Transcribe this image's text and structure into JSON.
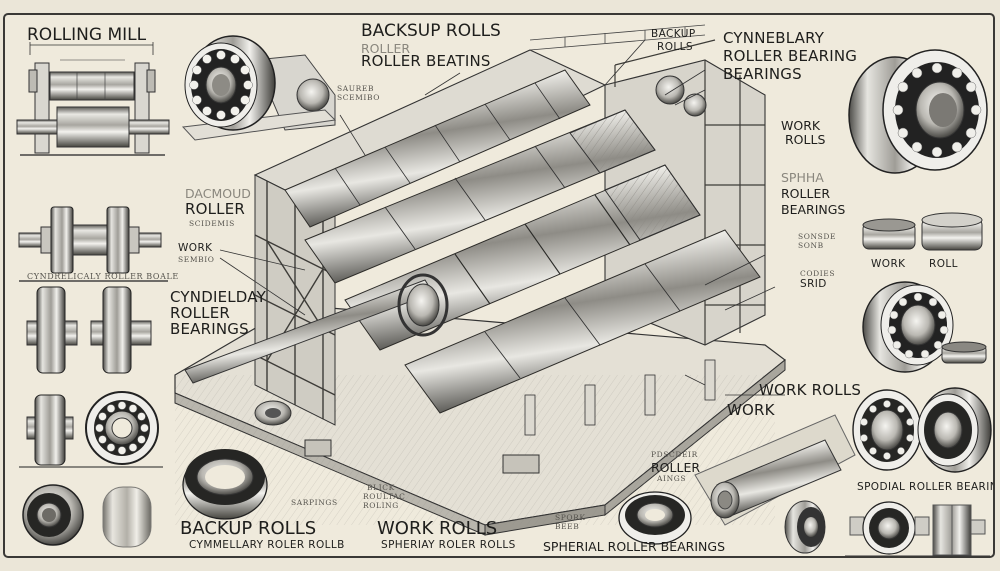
{
  "diagram": {
    "title": "ROLLING MILL",
    "palette": {
      "paper": "#efeadc",
      "background": "#ebe6d8",
      "ink": "#1e1e1c",
      "steel_light": "#d8d6d0",
      "steel_dark": "#4a4946",
      "frame": "#3a3936"
    },
    "labels": {
      "top_center_main": "BACKSUP ROLLS",
      "top_center_faded": "ROLLER",
      "top_center_sub": "ROLLER BEATINS",
      "top_center_small": [
        "SAUREB",
        "SCEMIBO"
      ],
      "top_backup": [
        "BACKUP",
        "ROLLS"
      ],
      "top_right": [
        "CYNNEBLARY",
        "ROLLER BEARING",
        "BEARINGS"
      ],
      "right_work_rolls": [
        "WORK",
        "ROLLS"
      ],
      "right_spherical": [
        "SPHHA",
        "ROLLER",
        "BEARINGS"
      ],
      "right_small_1": [
        "SONSDE",
        "SONB"
      ],
      "right_small_2": [
        "CODIES",
        "SRID"
      ],
      "right_work": "WORK",
      "right_roll": "ROLL",
      "left_backup": [
        "DACMOUD",
        "ROLLER",
        "SCIDEMIS"
      ],
      "left_work": [
        "WORK",
        "SEMBIO"
      ],
      "left_cylindrical": [
        "CYNDIELDAY",
        "ROLLER",
        "BEARINGS"
      ],
      "left_caption": "CYNDRELICALY ROLLER BOALE",
      "lower_right_work_rolls": "WORK ROLLS",
      "lower_right_work": "WORK",
      "center_lower_roller": [
        "PDSCDEIR",
        "ROLLER",
        "AINGS"
      ],
      "center_back": [
        "BLICK",
        "ROULTAC",
        "ROLING"
      ],
      "center_springs": "SARPINGS",
      "spork": [
        "SPORK",
        "BEEB"
      ],
      "lower_right_caption": "SPODIAL ROLLER BEARINGS",
      "bottom_backup_rolls": "BACKUP ROLLS",
      "bottom_backup_sub": "CYMMELLARY ROLER ROLLB",
      "bottom_work_rolls": "WORK ROLLS",
      "bottom_work_sub": "SPHERIAY ROLER ROLLS",
      "bottom_spherical": "SPHERIAL ROLLER BEARINGS"
    }
  }
}
